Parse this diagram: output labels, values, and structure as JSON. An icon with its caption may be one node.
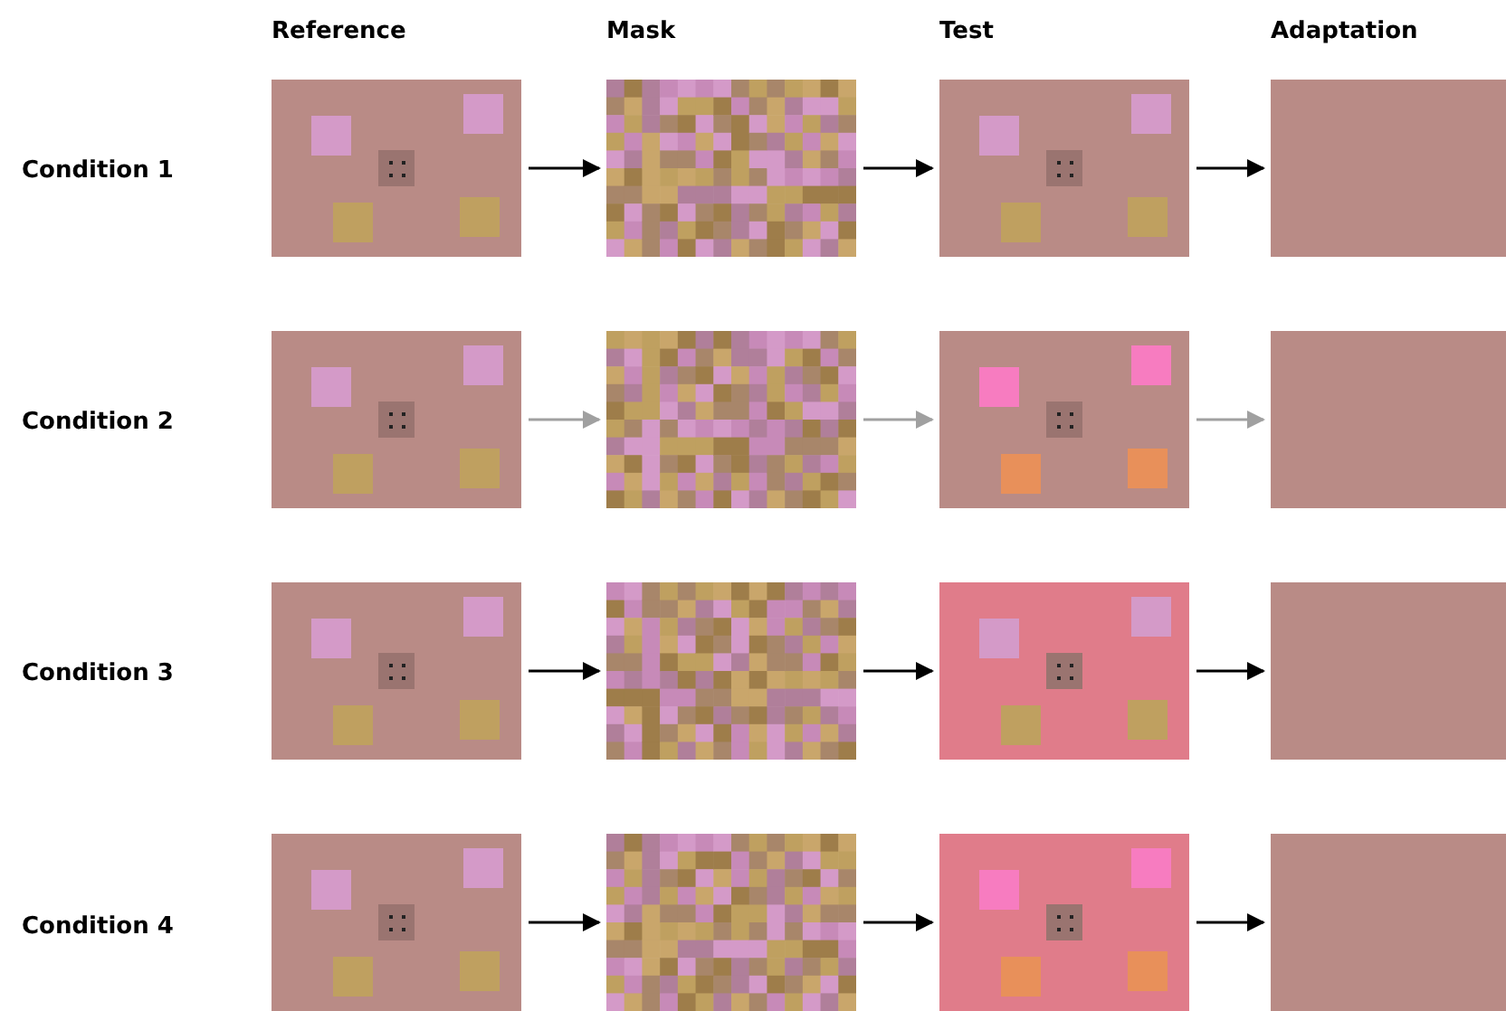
{
  "diagram": {
    "nodes": [
      {
        "text": [],
        "shape": "picture"
      },
      {
        "text": [],
        "shape": "picture"
      },
      {
        "text": [],
        "shape": "picture"
      },
      {
        "text": [],
        "shape": "box"
      },
      {
        "text": [],
        "shape": "picture"
      },
      {
        "text": [],
        "shape": "picture"
      },
      {
        "text": [],
        "shape": "picture"
      },
      {
        "text": [],
        "shape": "box"
      },
      {
        "text": [],
        "shape": "picture"
      },
      {
        "text": [],
        "shape": "picture"
      },
      {
        "text": [],
        "shape": "picture"
      },
      {
        "text": [],
        "shape": "box"
      },
      {
        "text": [],
        "shape": "picture"
      },
      {
        "text": [],
        "shape": "picture"
      },
      {
        "text": [],
        "shape": "picture"
      },
      {
        "text": [],
        "shape": "box"
      }
    ],
    "edges": [
      {
        "from": 0,
        "to": 1,
        "arrow": "to"
      },
      {
        "from": 1,
        "to": 2,
        "arrow": "to"
      },
      {
        "from": 2,
        "to": 3,
        "arrow": "to"
      },
      {
        "from": 4,
        "to": 5,
        "arrow": "to",
        "color": "#a0a0a0"
      },
      {
        "from": 5,
        "to": 6,
        "arrow": "to",
        "color": "#a0a0a0"
      },
      {
        "from": 6,
        "to": 7,
        "arrow": "to",
        "color": "#a0a0a0"
      },
      {
        "from": 8,
        "to": 9,
        "arrow": "to"
      },
      {
        "from": 9,
        "to": 10,
        "arrow": "to"
      },
      {
        "from": 10,
        "to": 11,
        "arrow": "to"
      },
      {
        "from": 12,
        "to": 13,
        "arrow": "to"
      },
      {
        "from": 13,
        "to": 14,
        "arrow": "to"
      },
      {
        "from": 14,
        "to": 15,
        "arrow": "to"
      }
    ],
    "labels": [
      "Reference",
      "Mask",
      "Test",
      "Adaptation",
      "Condition 1",
      "Condition 2",
      "Condition 3",
      "Condition 4"
    ]
  }
}
